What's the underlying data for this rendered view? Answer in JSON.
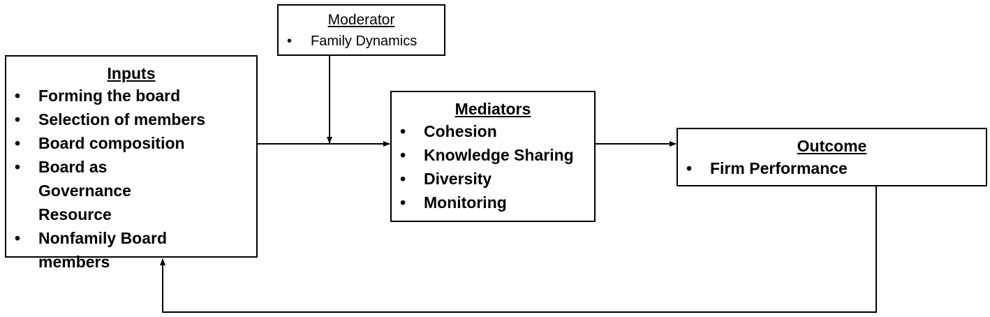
{
  "moderator": {
    "title": "Moderator",
    "items": [
      "Family Dynamics"
    ]
  },
  "inputs": {
    "title": "Inputs",
    "items": [
      "Forming the board",
      "Selection of members",
      "Board composition",
      "Board as Governance Resource",
      "Nonfamily Board members"
    ]
  },
  "mediators": {
    "title": "Mediators",
    "items": [
      "Cohesion",
      "Knowledge Sharing",
      "Diversity",
      "Monitoring"
    ]
  },
  "outcome": {
    "title": "Outcome",
    "items": [
      "Firm Performance"
    ]
  },
  "bullet": "•"
}
